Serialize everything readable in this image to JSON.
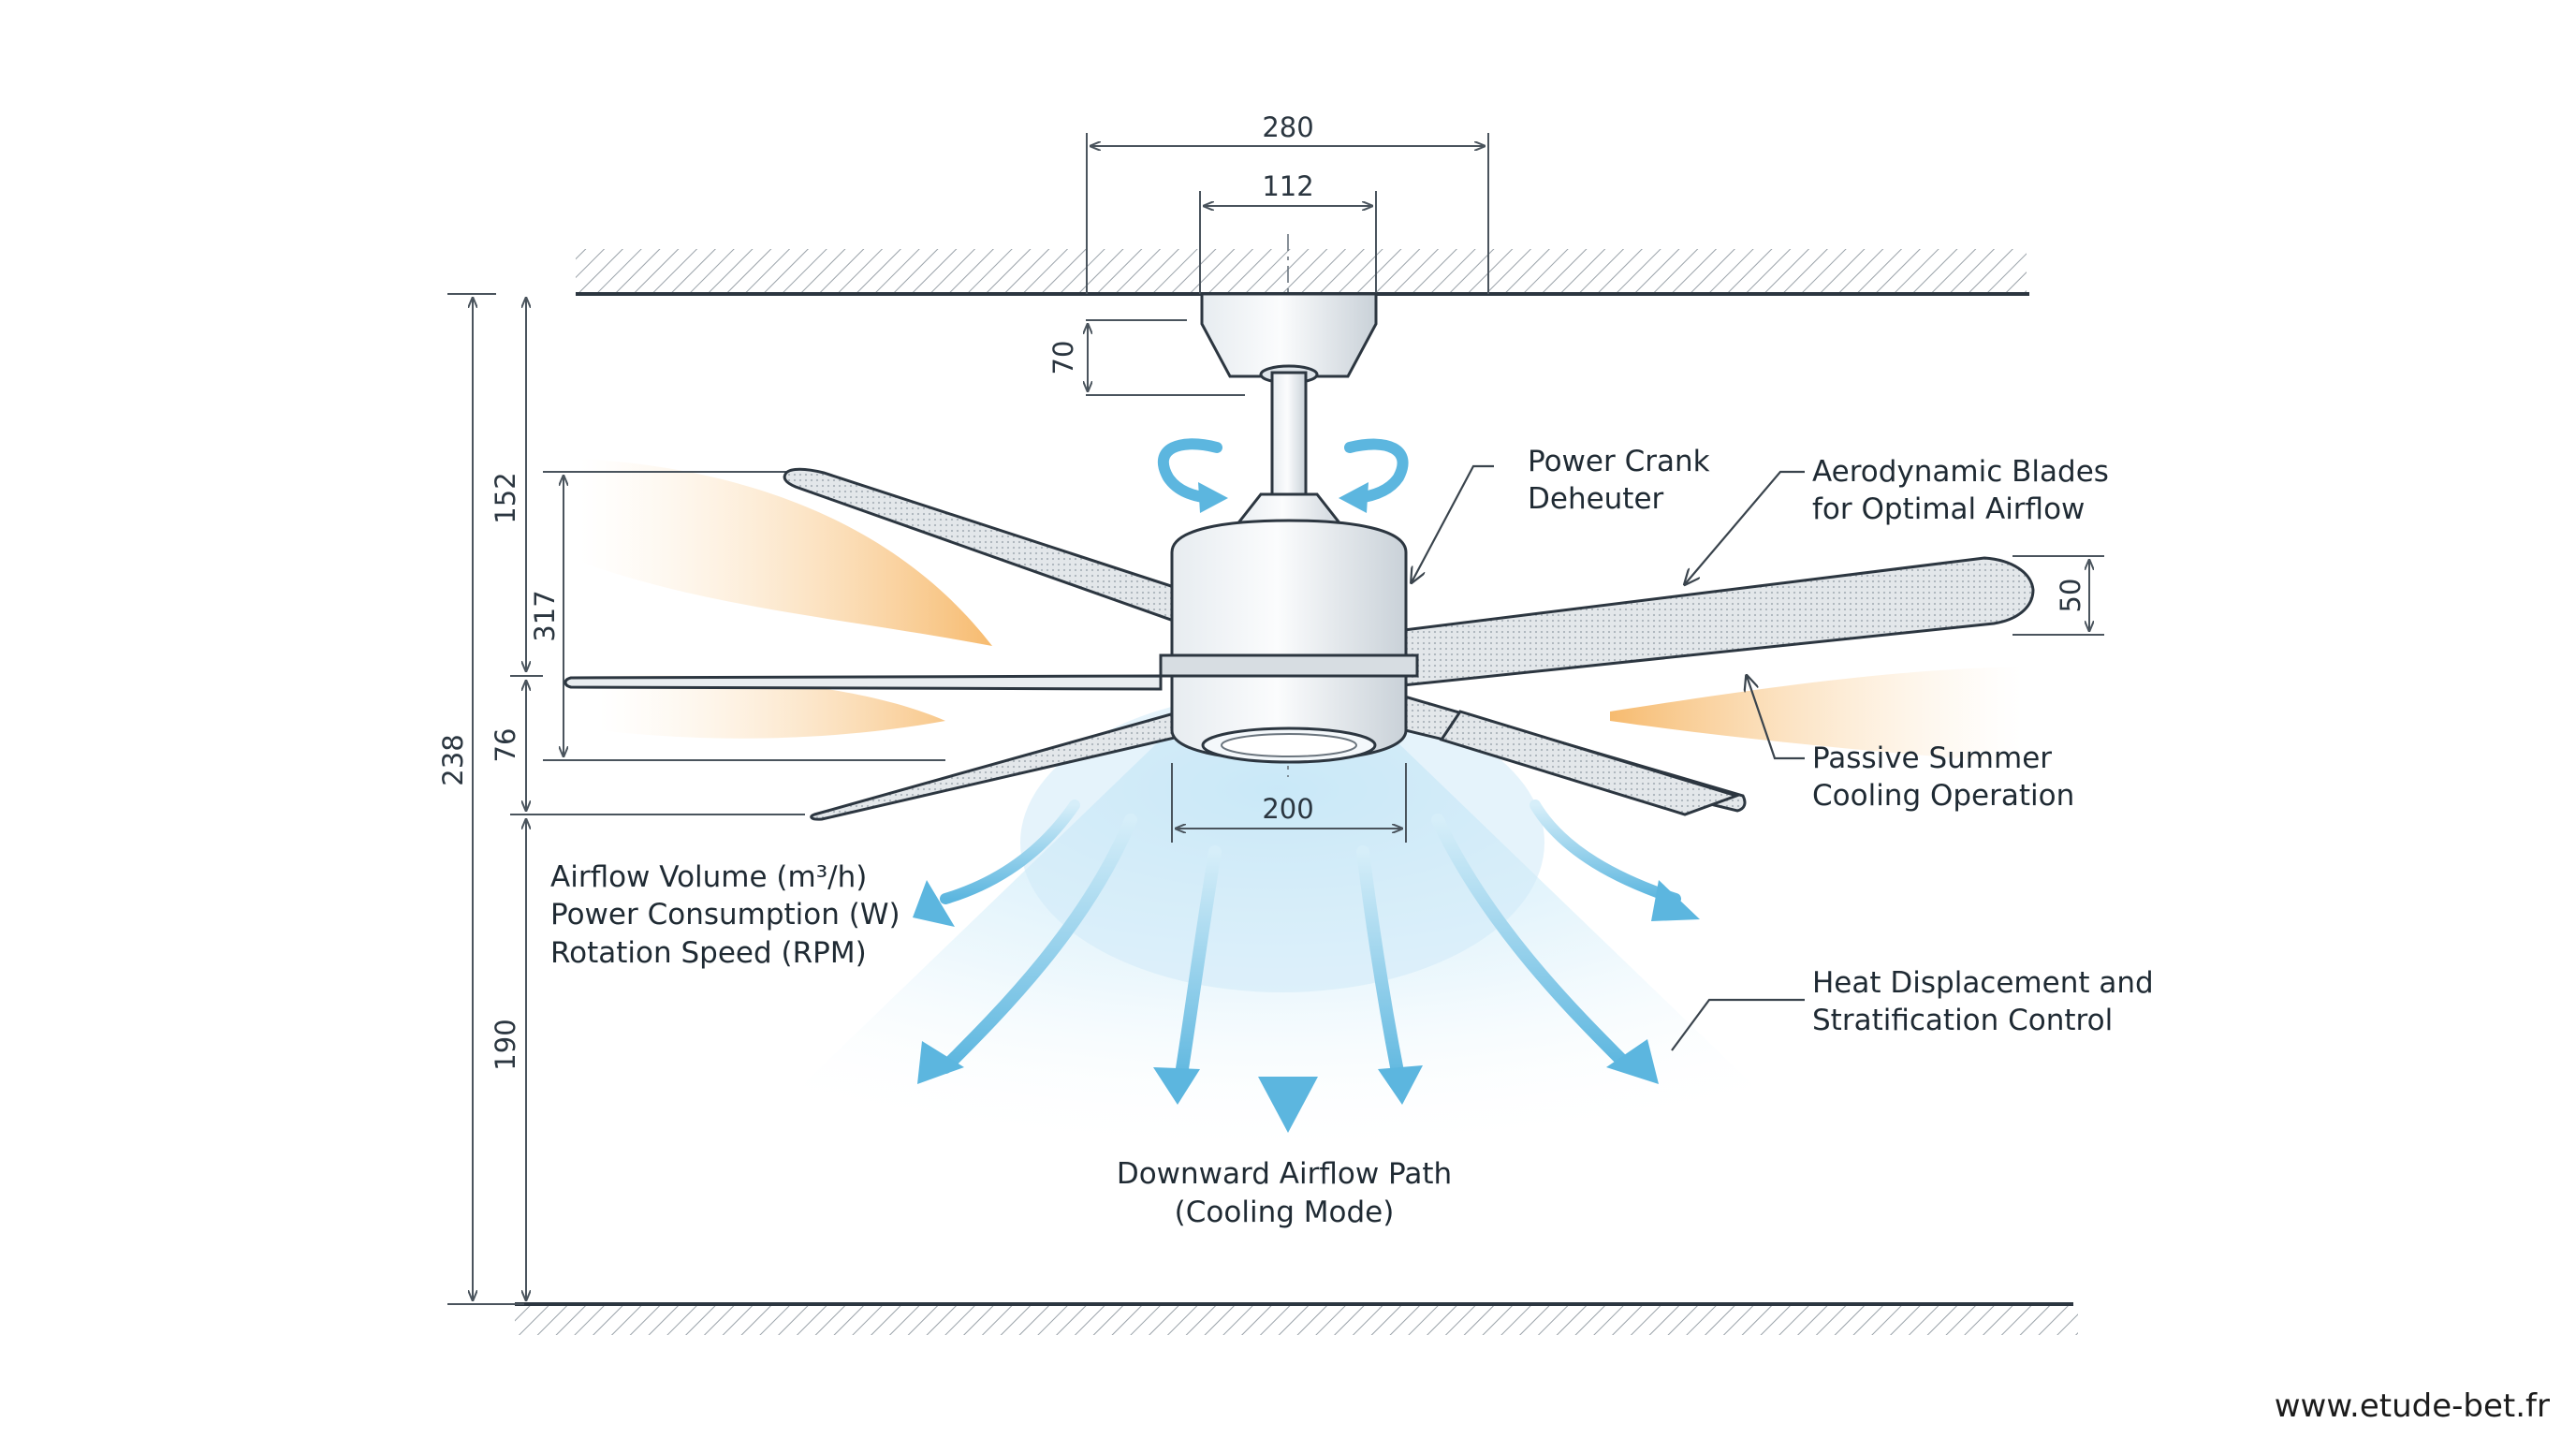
{
  "dimensions": {
    "canopy_outer_width": "280",
    "canopy_inner_width": "112",
    "canopy_height": "70",
    "ceiling_to_blade_top": "152",
    "blade_span_height": "317",
    "blade_to_bottom": "76",
    "total_height": "238",
    "bottom_to_floor": "190",
    "blade_thickness": "50",
    "light_kit_width": "200"
  },
  "labels": {
    "power_crank_line1": "Power Crank",
    "power_crank_line2": "Deheuter",
    "aero_blades_line1": "Aerodynamic Blades",
    "aero_blades_line2": "for Optimal Airflow",
    "passive_line1": "Passive Summer",
    "passive_line2": "Cooling Operation",
    "heat_line1": "Heat Displacement and",
    "heat_line2": "Stratification Control",
    "specs_line1": "Airflow Volume (m³/h)",
    "specs_line2": "Power Consumption (W)",
    "specs_line3": "Rotation Speed (RPM)",
    "downward_line1": "Downward Airflow Path",
    "downward_line2": "(Cooling Mode)"
  },
  "watermark": "www.etude-bet.fr",
  "colors": {
    "airflow_blue": "#6cc1e6",
    "warm_orange": "#f5b86a",
    "line": "#2c3640"
  }
}
